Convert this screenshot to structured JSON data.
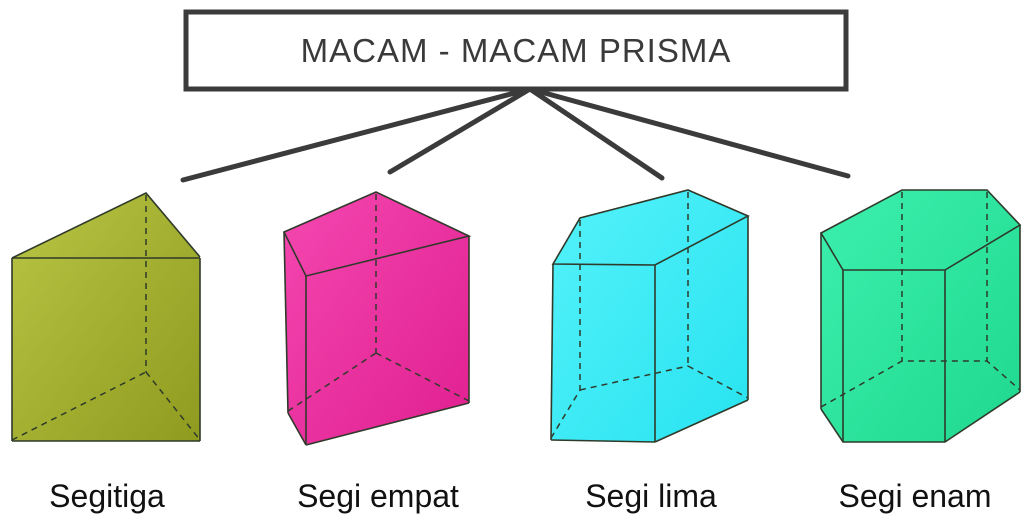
{
  "title": "MACAM - MACAM PRISMA",
  "prisms": [
    {
      "label": "Segitiga",
      "color": "#a8b62f"
    },
    {
      "label": "Segi empat",
      "color": "#f23aa6"
    },
    {
      "label": "Segi lima",
      "color": "#45eef6"
    },
    {
      "label": "Segi enam",
      "color": "#2ee8a0"
    }
  ],
  "colors": {
    "title_border": "#3b3b3b",
    "connector": "#3b3b3b"
  }
}
